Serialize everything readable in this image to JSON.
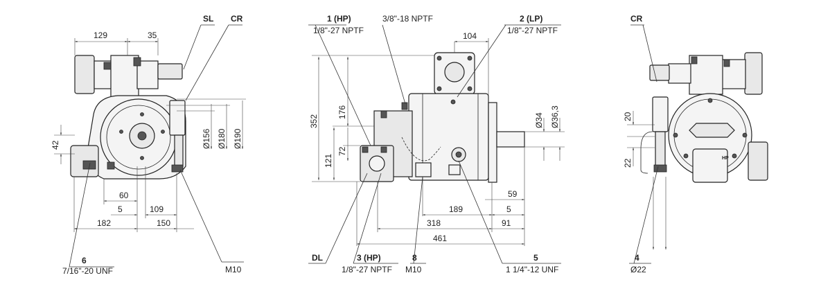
{
  "labels": {
    "sl": "SL",
    "cr_left": "CR",
    "cr_right": "CR",
    "dl": "DL",
    "hp1_num": "1 (HP)",
    "hp1_thread": "1/8\"-27 NPTF",
    "nptf38": "3/8\"-18 NPTF",
    "lp2_num": "2 (LP)",
    "lp2_thread": "1/8\"-27 NPTF",
    "hp3_num": "3 (HP)",
    "hp3_thread": "1/8\"-27 NPTF",
    "p8_num": "8",
    "p8_thread": "M10",
    "p5_num": "5",
    "p5_thread": "1 1/4\"-12 UNF",
    "p6_num": "6",
    "p6_thread": "7/16\"-20 UNF",
    "m10": "M10",
    "p4_num": "4",
    "p4_dia": "Ø22",
    "hp_mark": "HP"
  },
  "dimensions": {
    "d129": "129",
    "d35": "35",
    "d156": "Ø156",
    "d180": "Ø180",
    "d190": "Ø190",
    "d42": "42",
    "d60": "60",
    "d5a": "5",
    "d109": "109",
    "d182": "182",
    "d150": "150",
    "d104": "104",
    "d352": "352",
    "d176": "176",
    "d121": "121",
    "d72": "72",
    "d34": "Ø34",
    "d363": "Ø36,3",
    "d59": "59",
    "d189": "189",
    "d5b": "5",
    "d318": "318",
    "d91": "91",
    "d461": "461",
    "d20": "20",
    "d22": "22"
  }
}
